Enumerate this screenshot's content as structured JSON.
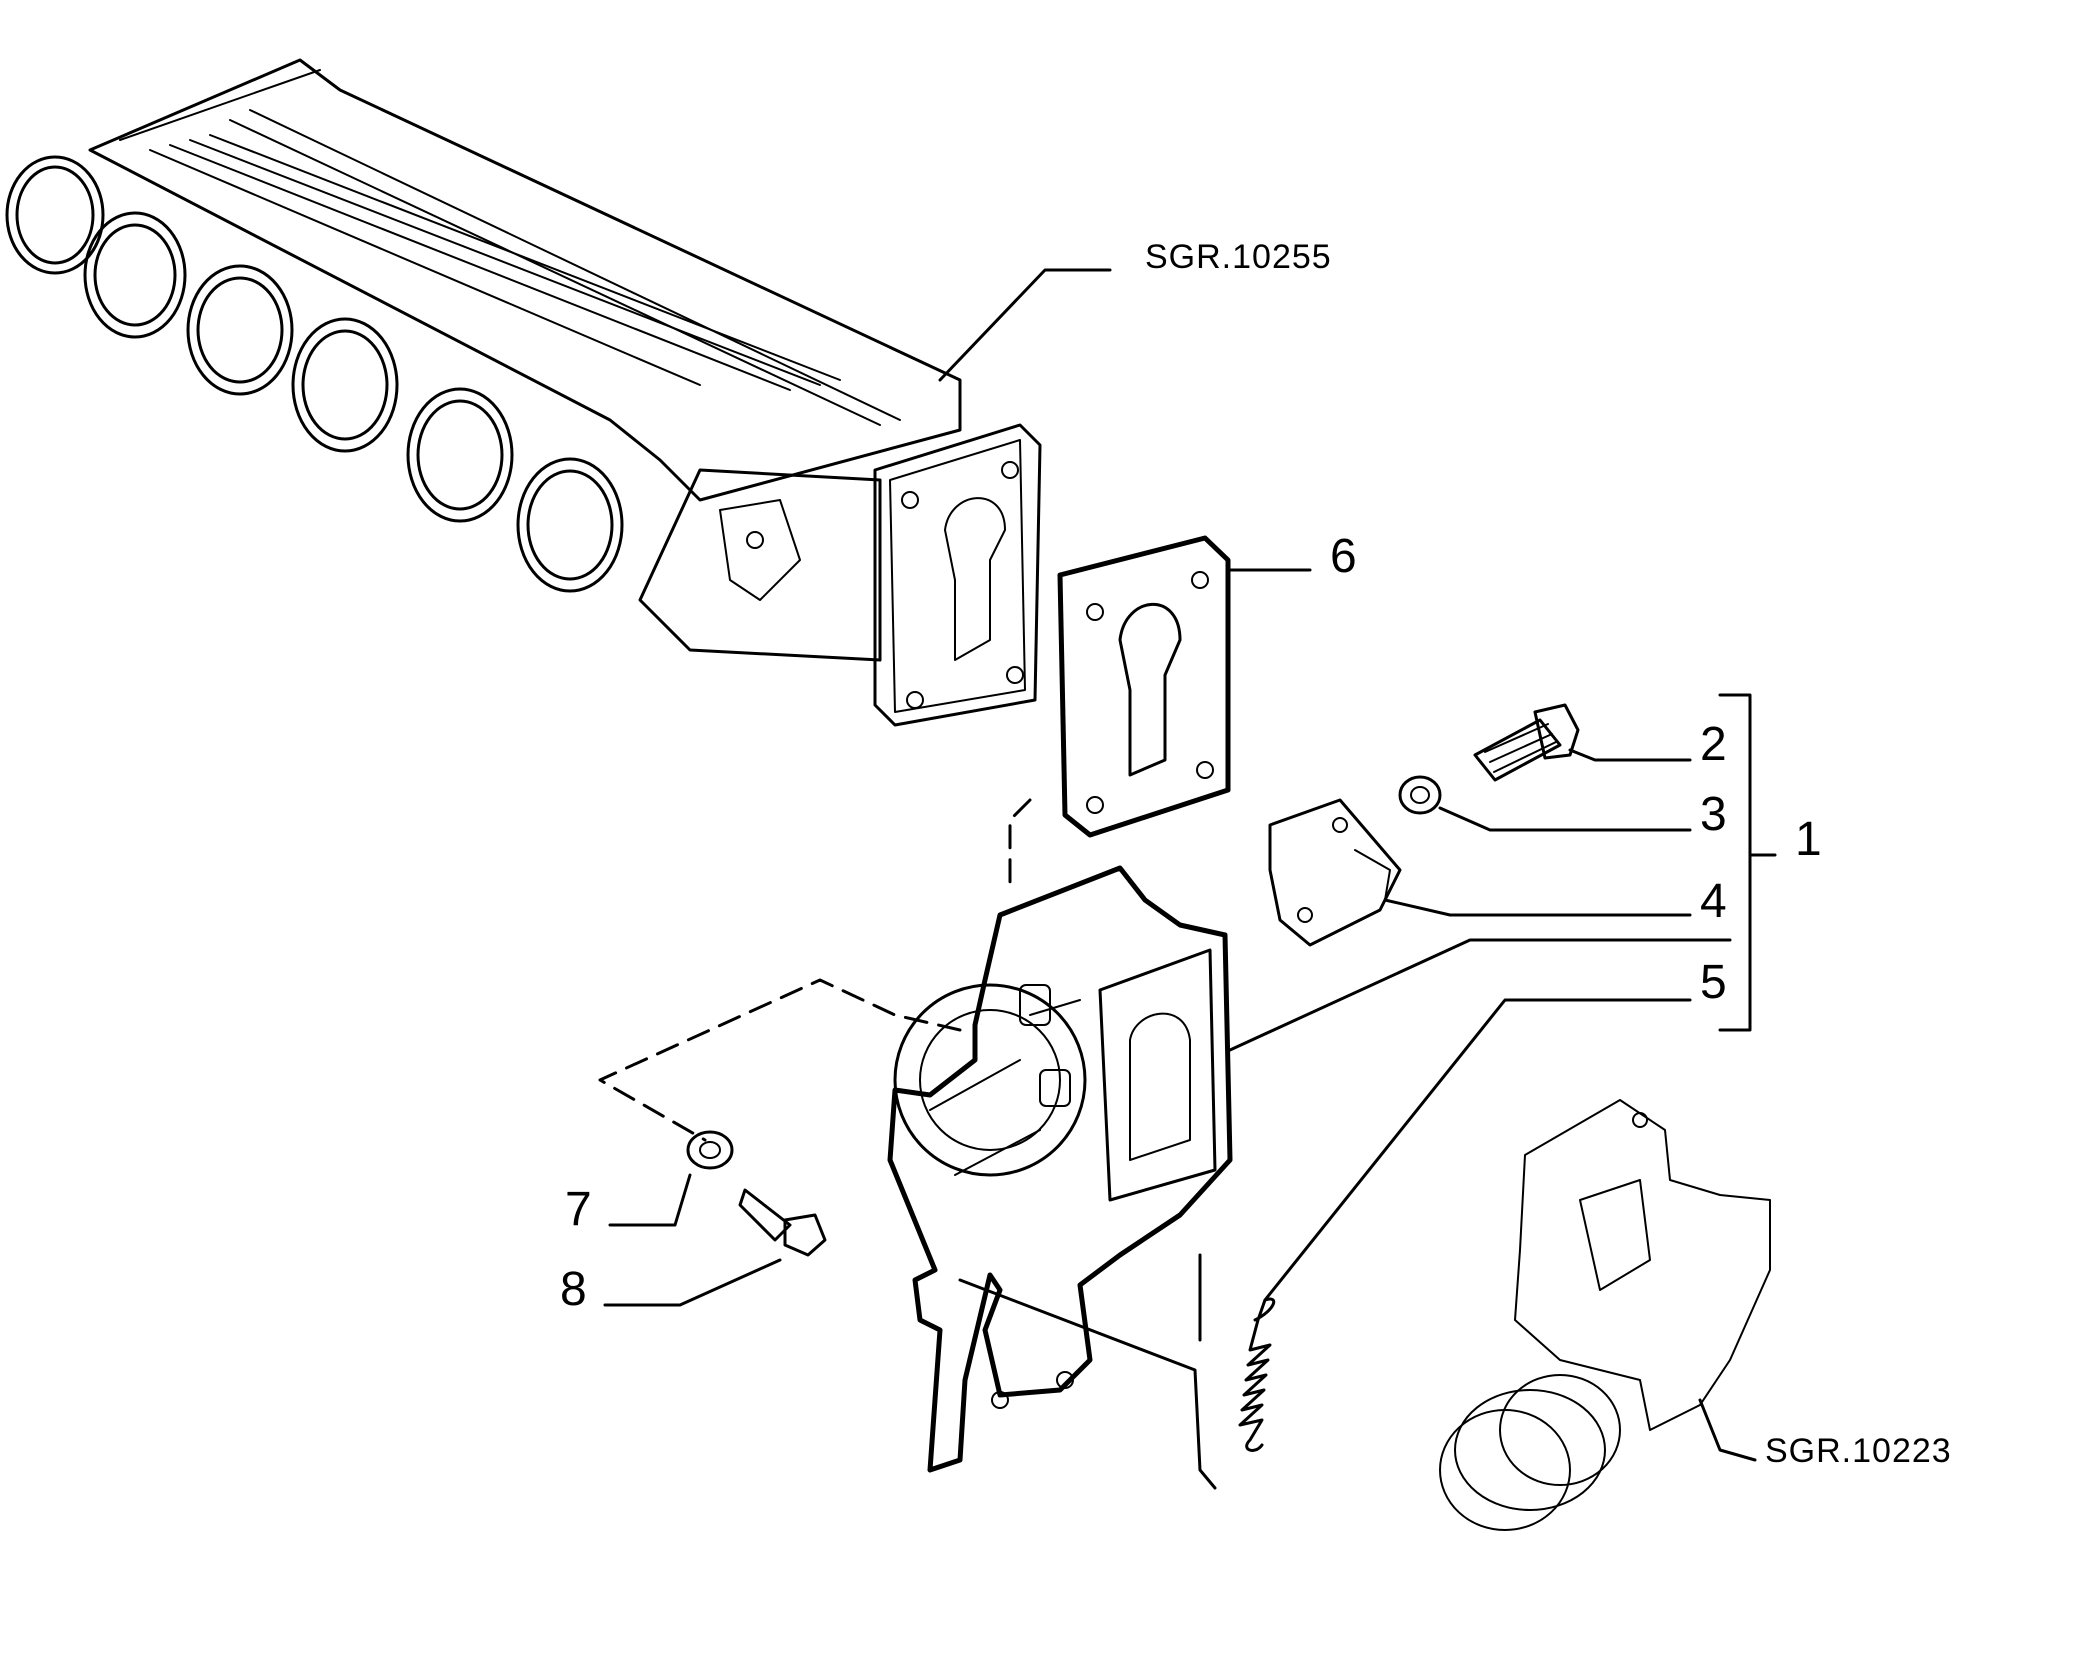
{
  "diagram": {
    "references": {
      "manifold": "SGR.10255",
      "intake_duct": "SGR.10223"
    },
    "callouts": [
      {
        "id": "item-1",
        "label": "1"
      },
      {
        "id": "item-2",
        "label": "2"
      },
      {
        "id": "item-3",
        "label": "3"
      },
      {
        "id": "item-4",
        "label": "4"
      },
      {
        "id": "item-5",
        "label": "5"
      },
      {
        "id": "item-6",
        "label": "6"
      },
      {
        "id": "item-7",
        "label": "7"
      },
      {
        "id": "item-8",
        "label": "8"
      }
    ]
  }
}
